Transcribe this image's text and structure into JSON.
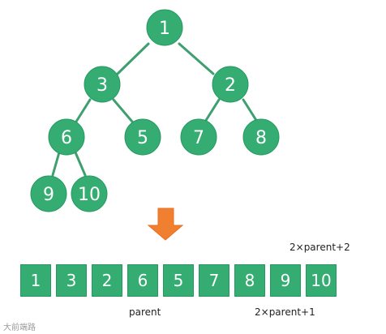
{
  "tree": {
    "nodes": {
      "root": "1",
      "left": "3",
      "right": "2",
      "left_left": "6",
      "left_right": "5",
      "right_left": "7",
      "right_right": "8",
      "leaf_left": "9",
      "leaf_right": "10"
    }
  },
  "array": {
    "cells": [
      "1",
      "3",
      "2",
      "6",
      "5",
      "7",
      "8",
      "9",
      "10"
    ]
  },
  "notes": {
    "right_top": "2×parent+2",
    "parent": "parent",
    "right_bottom": "2×parent+1"
  },
  "watermark": "大前端路"
}
